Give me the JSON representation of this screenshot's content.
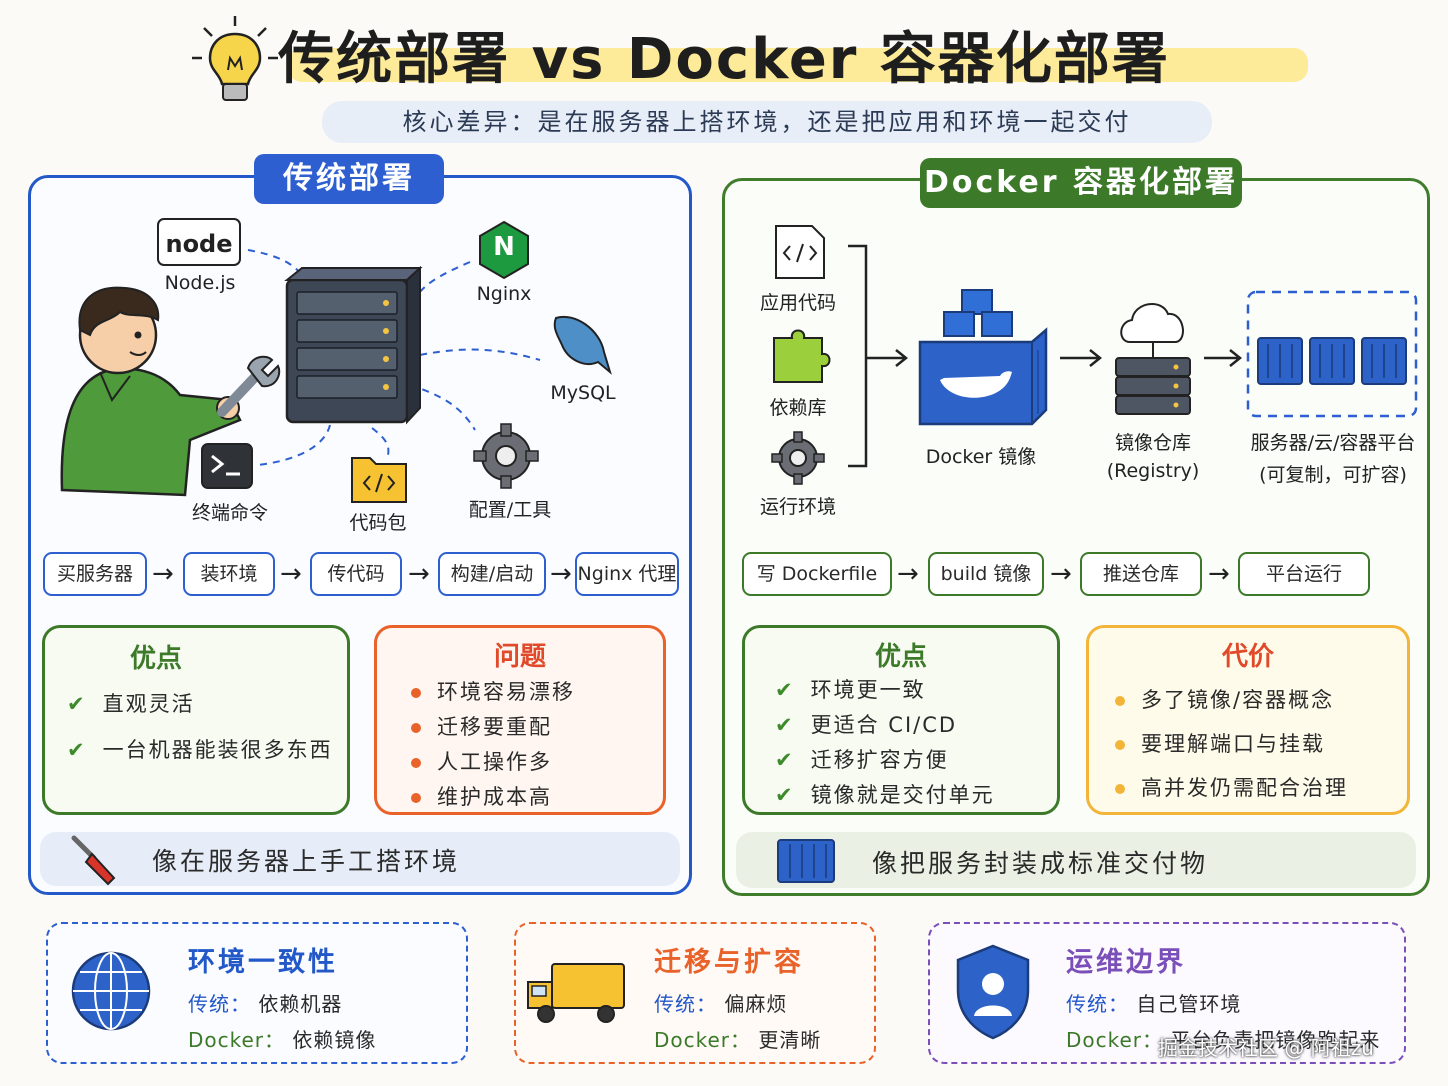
{
  "title": "传统部署 vs Docker 容器化部署",
  "subtitle": "核心差异：是在服务器上搭环境，还是把应用和环境一起交付",
  "traditional": {
    "tag": "传统部署",
    "icons": {
      "node": "Node.js",
      "node_logo": "node",
      "nginx": "Nginx",
      "nginx_logo": "N",
      "mysql": "MySQL",
      "terminal": "终端命令",
      "code": "代码包",
      "config": "配置/工具"
    },
    "steps": [
      "买服务器",
      "装环境",
      "传代码",
      "构建/启动",
      "Nginx 代理"
    ],
    "pros": {
      "title": "优点",
      "items": [
        "直观灵活",
        "一台机器能装很多东西"
      ]
    },
    "cons": {
      "title": "问题",
      "items": [
        "环境容易漂移",
        "迁移要重配",
        "人工操作多",
        "维护成本高"
      ]
    },
    "banner": "像在服务器上手工搭环境"
  },
  "docker": {
    "tag": "Docker 容器化部署",
    "inputs": [
      "应用代码",
      "依赖库",
      "运行环境"
    ],
    "image": "Docker 镜像",
    "registry": [
      "镜像仓库",
      "(Registry)"
    ],
    "platform": [
      "服务器/云/容器平台",
      "(可复制，可扩容)"
    ],
    "steps": [
      "写 Dockerfile",
      "build 镜像",
      "推送仓库",
      "平台运行"
    ],
    "pros": {
      "title": "优点",
      "items": [
        "环境更一致",
        "更适合 CI/CD",
        "迁移扩容方便",
        "镜像就是交付单元"
      ]
    },
    "cost": {
      "title": "代价",
      "items": [
        "多了镜像/容器概念",
        "要理解端口与挂载",
        "高并发仍需配合治理"
      ]
    },
    "banner": "像把服务封装成标准交付物"
  },
  "bottom": [
    {
      "title": "环境一致性",
      "l1k": "传统：",
      "l1v": "依赖机器",
      "l2k": "Docker：",
      "l2v": "依赖镜像",
      "color": "#2358c8"
    },
    {
      "title": "迁移与扩容",
      "l1k": "传统：",
      "l1v": "偏麻烦",
      "l2k": "Docker：",
      "l2v": "更清晰",
      "color": "#e8622a"
    },
    {
      "title": "运维边界",
      "l1k": "传统：",
      "l1v": "自己管环境",
      "l2k": "Docker：",
      "l2v": "平台负责把镜像跑起来",
      "color": "#7a4fb8"
    }
  ],
  "watermark": "掘金技术社区 @ 阿祖zu",
  "colors": {
    "blue": "#2358c8",
    "green": "#3c7a2a",
    "orange": "#e8622a",
    "yellow": "#f2b53a",
    "purple": "#7a4fb8"
  }
}
